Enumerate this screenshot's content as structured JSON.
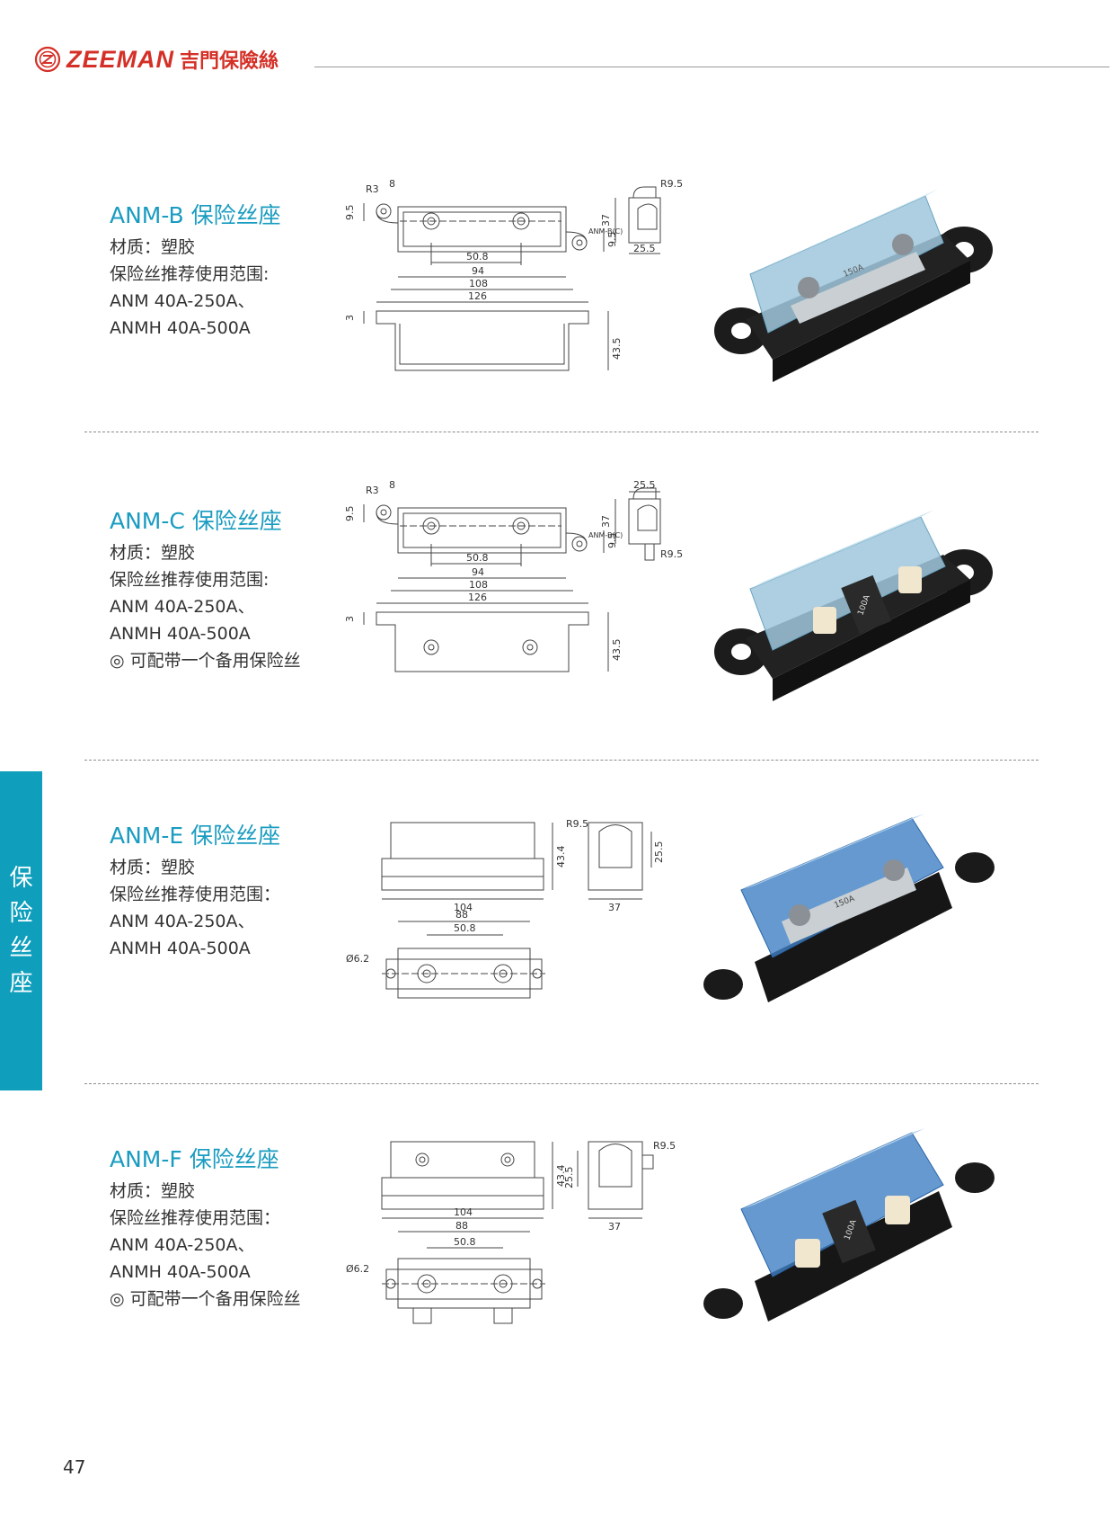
{
  "header": {
    "brand": "ZEEMAN",
    "brand_cn": "吉門保險絲"
  },
  "side_tab": {
    "chars": [
      "保",
      "险",
      "丝",
      "座"
    ]
  },
  "sections": [
    {
      "title": "ANM-B 保险丝座",
      "lines": [
        "材质：塑胶",
        "保险丝推荐使用范围:",
        "ANM 40A-250A、",
        "ANMH 40A-500A"
      ],
      "dims": {
        "r3": "R3",
        "d8": "8",
        "d9_5": "9.5",
        "d9_5b": "9.5",
        "d50_8": "50.8",
        "d94": "94",
        "d108": "108",
        "d126": "126",
        "d3": "3",
        "d43_5": "43.5",
        "d37": "37",
        "r9_5": "R9.5",
        "d25_5": "25.5",
        "part": "ANM-B(C)"
      },
      "photo_label": "150A"
    },
    {
      "title": "ANM-C 保险丝座",
      "lines": [
        "材质：塑胶",
        "保险丝推荐使用范围:",
        "ANM 40A-250A、",
        "ANMH 40A-500A",
        "◎ 可配带一个备用保险丝"
      ],
      "dims": {
        "r3": "R3",
        "d8": "8",
        "d9_5": "9.5",
        "d9_5b": "9.5",
        "d50_8": "50.8",
        "d94": "94",
        "d108": "108",
        "d126": "126",
        "d3": "3",
        "d43_5": "43.5",
        "d37": "37",
        "r9_5": "R9.5",
        "d25_5": "25.5",
        "part": "ANM-B(C)"
      },
      "photo_label": "100A"
    },
    {
      "title": "ANM-E 保险丝座",
      "lines": [
        "材质：塑胶",
        "保险丝推荐使用范围：",
        "ANM 40A-250A、",
        "ANMH 40A-500A"
      ],
      "dims": {
        "d43_4": "43.4",
        "d104": "104",
        "d88": "88",
        "d50_8": "50.8",
        "phi": "Ø6.2",
        "r9_5": "R9.5",
        "d25_5": "25.5",
        "d37": "37"
      },
      "photo_label": "150A"
    },
    {
      "title": "ANM-F 保险丝座",
      "lines": [
        "材质：塑胶",
        "保险丝推荐使用范围：",
        "ANM 40A-250A、",
        "ANMH 40A-500A",
        "◎ 可配带一个备用保险丝"
      ],
      "dims": {
        "d43_4": "43.4",
        "d104": "104",
        "d88": "88",
        "d50_8": "50.8",
        "phi": "Ø6.2",
        "r9_5": "R9.5",
        "d25_5": "25.5",
        "d37": "37"
      },
      "photo_label": "100A"
    }
  ],
  "page_number": "47",
  "colors": {
    "accent": "#1a9cc0",
    "brand": "#d43027",
    "tab": "#0f9fbd"
  }
}
